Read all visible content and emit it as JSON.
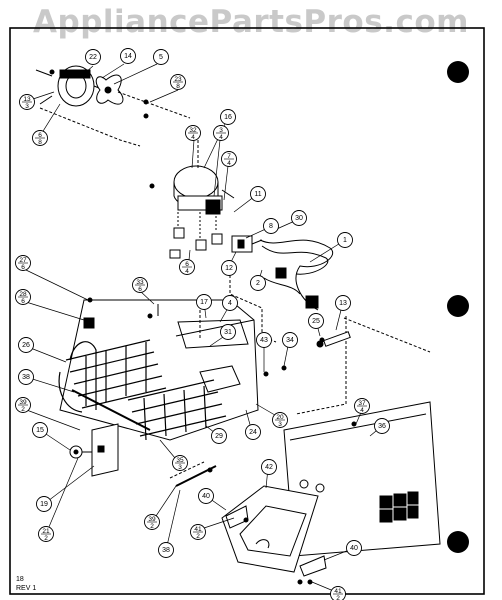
{
  "watermark": "AppliancePartsPros.com",
  "footer": {
    "line1": "18",
    "line2": "REV 1"
  },
  "callouts": [
    {
      "id": "c22",
      "text": "22"
    },
    {
      "id": "c14",
      "text": "14"
    },
    {
      "id": "c5",
      "text": "5"
    },
    {
      "id": "c13_3",
      "num": "13",
      "den": "3"
    },
    {
      "id": "c6_8",
      "num": "6",
      "den": "8"
    },
    {
      "id": "c23_8",
      "num": "23",
      "den": "8"
    },
    {
      "id": "c16",
      "text": "16"
    },
    {
      "id": "c32_4",
      "num": "32",
      "den": "4"
    },
    {
      "id": "c3_4",
      "num": "3",
      "den": "4"
    },
    {
      "id": "c7_4",
      "num": "7",
      "den": "4"
    },
    {
      "id": "c11",
      "text": "11"
    },
    {
      "id": "c30",
      "text": "30"
    },
    {
      "id": "c8",
      "text": "8"
    },
    {
      "id": "c1",
      "text": "1"
    },
    {
      "id": "c6_4",
      "num": "6",
      "den": "4"
    },
    {
      "id": "c12",
      "text": "12"
    },
    {
      "id": "c2",
      "text": "2"
    },
    {
      "id": "c27_6",
      "num": "27",
      "den": "6"
    },
    {
      "id": "c33_6",
      "num": "33",
      "den": "6"
    },
    {
      "id": "c28_6",
      "num": "28",
      "den": "6"
    },
    {
      "id": "c17",
      "text": "17"
    },
    {
      "id": "c4",
      "text": "4"
    },
    {
      "id": "c13",
      "text": "13"
    },
    {
      "id": "c31",
      "text": "31"
    },
    {
      "id": "c26",
      "text": "26"
    },
    {
      "id": "c25",
      "text": "25"
    },
    {
      "id": "c43",
      "text": "43"
    },
    {
      "id": "c34",
      "text": "34"
    },
    {
      "id": "c38a",
      "text": "38"
    },
    {
      "id": "c39_2a",
      "num": "39",
      "den": "2"
    },
    {
      "id": "c20_3",
      "num": "20",
      "den": "3"
    },
    {
      "id": "c37_4",
      "num": "37",
      "den": "4"
    },
    {
      "id": "c24",
      "text": "24"
    },
    {
      "id": "c29",
      "text": "29"
    },
    {
      "id": "c36",
      "text": "36"
    },
    {
      "id": "c15",
      "text": "15"
    },
    {
      "id": "c35_3",
      "num": "35",
      "den": "3"
    },
    {
      "id": "c19",
      "text": "19"
    },
    {
      "id": "c42",
      "text": "42"
    },
    {
      "id": "c21_2",
      "num": "21",
      "den": "2"
    },
    {
      "id": "c39_2b",
      "num": "39",
      "den": "2"
    },
    {
      "id": "c40a",
      "text": "40"
    },
    {
      "id": "c41_2a",
      "num": "41",
      "den": "2"
    },
    {
      "id": "c38b",
      "text": "38"
    },
    {
      "id": "c40b",
      "text": "40"
    },
    {
      "id": "c41_2b",
      "num": "41",
      "den": "2"
    }
  ]
}
